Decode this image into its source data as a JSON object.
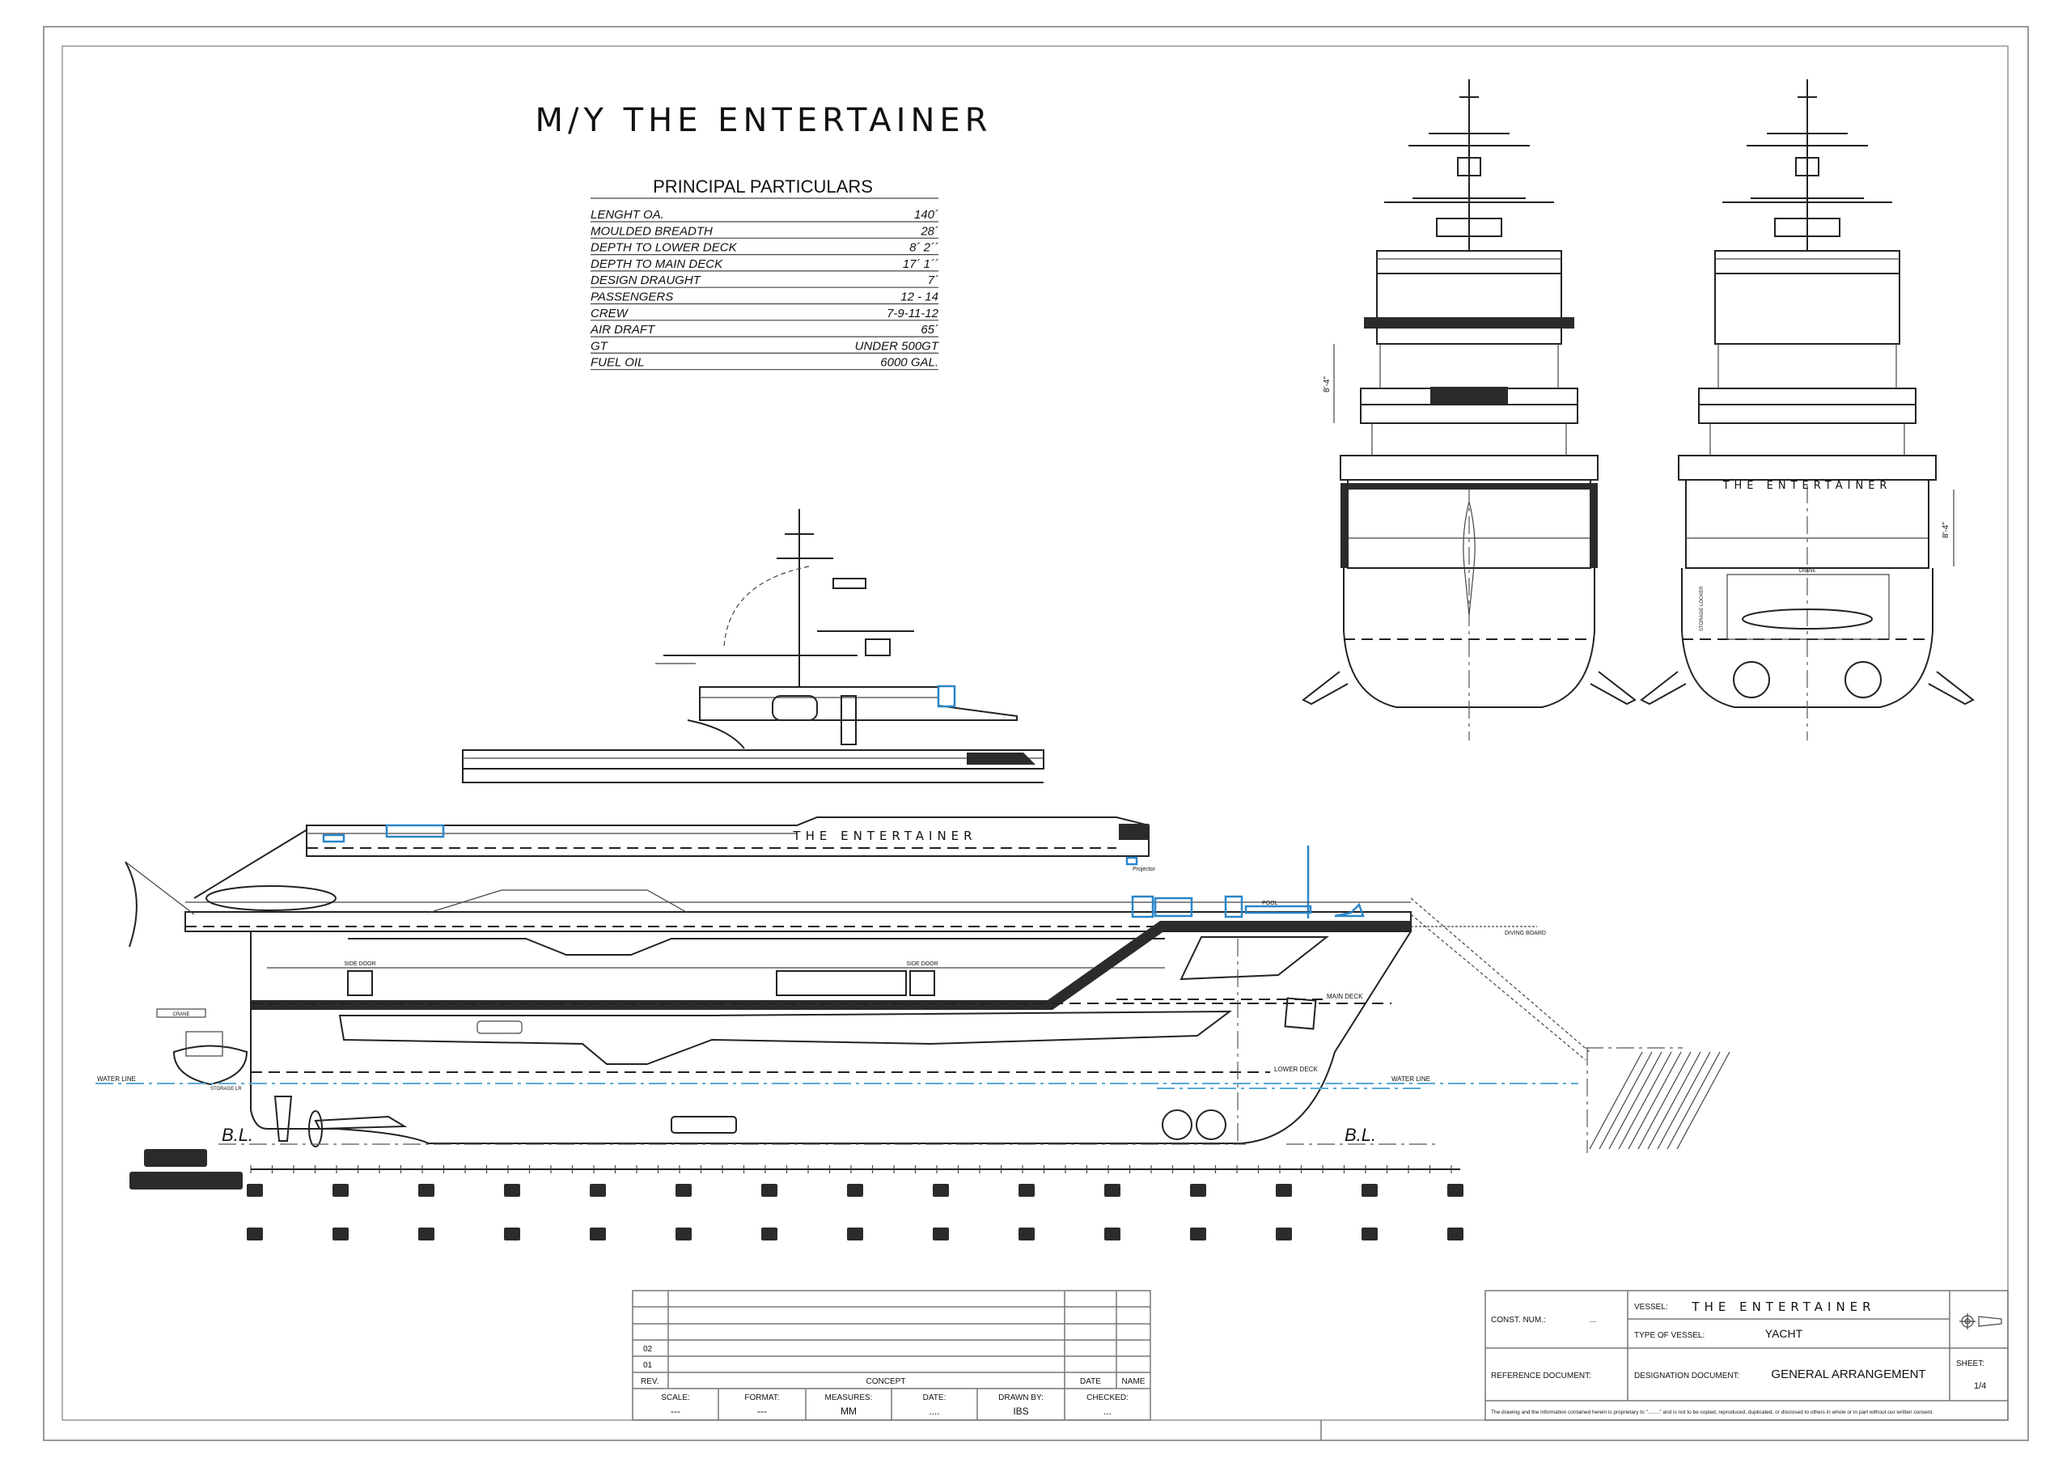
{
  "title": "M/Y THE ENTERTAINER",
  "particulars": {
    "heading": "PRINCIPAL PARTICULARS",
    "rows": [
      {
        "label": "LENGHT OA.",
        "value": "140´"
      },
      {
        "label": "MOULDED BREADTH",
        "value": "28´"
      },
      {
        "label": "DEPTH TO LOWER DECK",
        "value": "8´ 2´´"
      },
      {
        "label": "DEPTH TO MAIN DECK",
        "value": "17´ 1´´"
      },
      {
        "label": "DESIGN DRAUGHT",
        "value": "7´"
      },
      {
        "label": "PASSENGERS",
        "value": "12 - 14"
      },
      {
        "label": "CREW",
        "value": "7-9-11-12"
      },
      {
        "label": "AIR DRAFT",
        "value": "65´"
      },
      {
        "label": "GT",
        "value": "UNDER 500GT"
      },
      {
        "label": "FUEL OIL",
        "value": "6000 GAL."
      }
    ]
  },
  "profile": {
    "hull_name": "THE ENTERTAINER",
    "side_door": "SIDE DOOR",
    "crane": "CRANE",
    "storage": "STORAGE LR",
    "water_line": "WATER LINE",
    "main_deck": "MAIN DECK",
    "lower_deck": "LOWER DECK",
    "diving_board": "DIVING BOARD",
    "pool": "POOL",
    "projector": "Projector",
    "baseline": "B.L."
  },
  "front_views": {
    "dimension": "8'-4\"",
    "stern_name": "THE ENTERTAINER",
    "crane": "CRANE",
    "storage_locker": "STORAGE LOCKER"
  },
  "revision_table": {
    "revs": [
      "02",
      "01"
    ],
    "headers": {
      "rev": "REV.",
      "concept": "CONCEPT",
      "date": "DATE",
      "name": "NAME"
    },
    "fields": [
      {
        "label": "SCALE:",
        "value": "---"
      },
      {
        "label": "FORMAT:",
        "value": "---"
      },
      {
        "label": "MEASURES:",
        "value": "MM"
      },
      {
        "label": "DATE:",
        "value": "...."
      },
      {
        "label": "DRAWN BY:",
        "value": "IBS"
      },
      {
        "label": "CHECKED:",
        "value": "..."
      }
    ]
  },
  "title_block": {
    "const_num_label": "CONST. NUM.:",
    "const_num_value": "...",
    "vessel_label": "VESSEL:",
    "vessel_value": "THE ENTERTAINER",
    "type_label": "TYPE OF VESSEL:",
    "type_value": "YACHT",
    "reference_label": "REFERENCE DOCUMENT:",
    "designation_label": "DESIGNATION DOCUMENT:",
    "designation_value": "GENERAL ARRANGEMENT",
    "sheet_label": "SHEET:",
    "sheet_value": "1/4",
    "disclaimer": "The drawing and the information contained herein is proprietary to \"........\" and is not to be copied, reproduced, duplicated, or disclosed to others in whole or in part without our written consent."
  }
}
